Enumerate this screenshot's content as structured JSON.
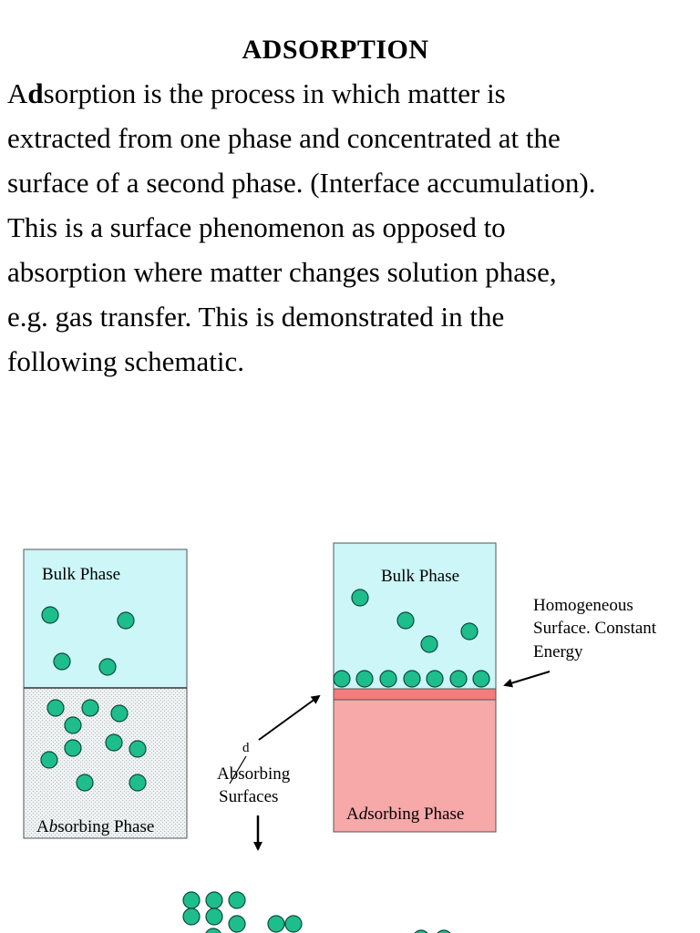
{
  "title": "ADSORPTION",
  "paragraph": {
    "first_letter": "A",
    "bold_letter": "d",
    "first_rest": "sorption is the process in which matter is",
    "lines": [
      "extracted from one phase and concentrated at the",
      "surface of a second phase. (Interface accumulation).",
      "This is a surface phenomenon as opposed to",
      "absorption where matter changes solution phase,",
      "e.g. gas transfer.  This is demonstrated in the",
      "following schematic."
    ]
  },
  "diagram": {
    "left_box": {
      "top_label": "Bulk Phase",
      "bottom_label_a": "A",
      "bottom_label_b": "b",
      "bottom_label_rest": "sorbing Phase"
    },
    "right_box": {
      "top_label": "Bulk Phase",
      "bottom_label_a": "A",
      "bottom_label_d": "d",
      "bottom_label_rest": "sorbing Phase"
    },
    "homogeneous_label": [
      "Homogeneous",
      "Surface. Constant",
      "Energy"
    ],
    "absorbing_surfaces": {
      "strike_letter": "d",
      "line1": "Absorbing",
      "line2": "Surfaces"
    },
    "colors": {
      "bulk_fill": "#ccf6f8",
      "absorbing_fill": "#e6eaea",
      "adsorbing_fill": "#f7a8a8",
      "interface_fill": "#f47c7c",
      "molecule": "#1ebd8c"
    }
  }
}
